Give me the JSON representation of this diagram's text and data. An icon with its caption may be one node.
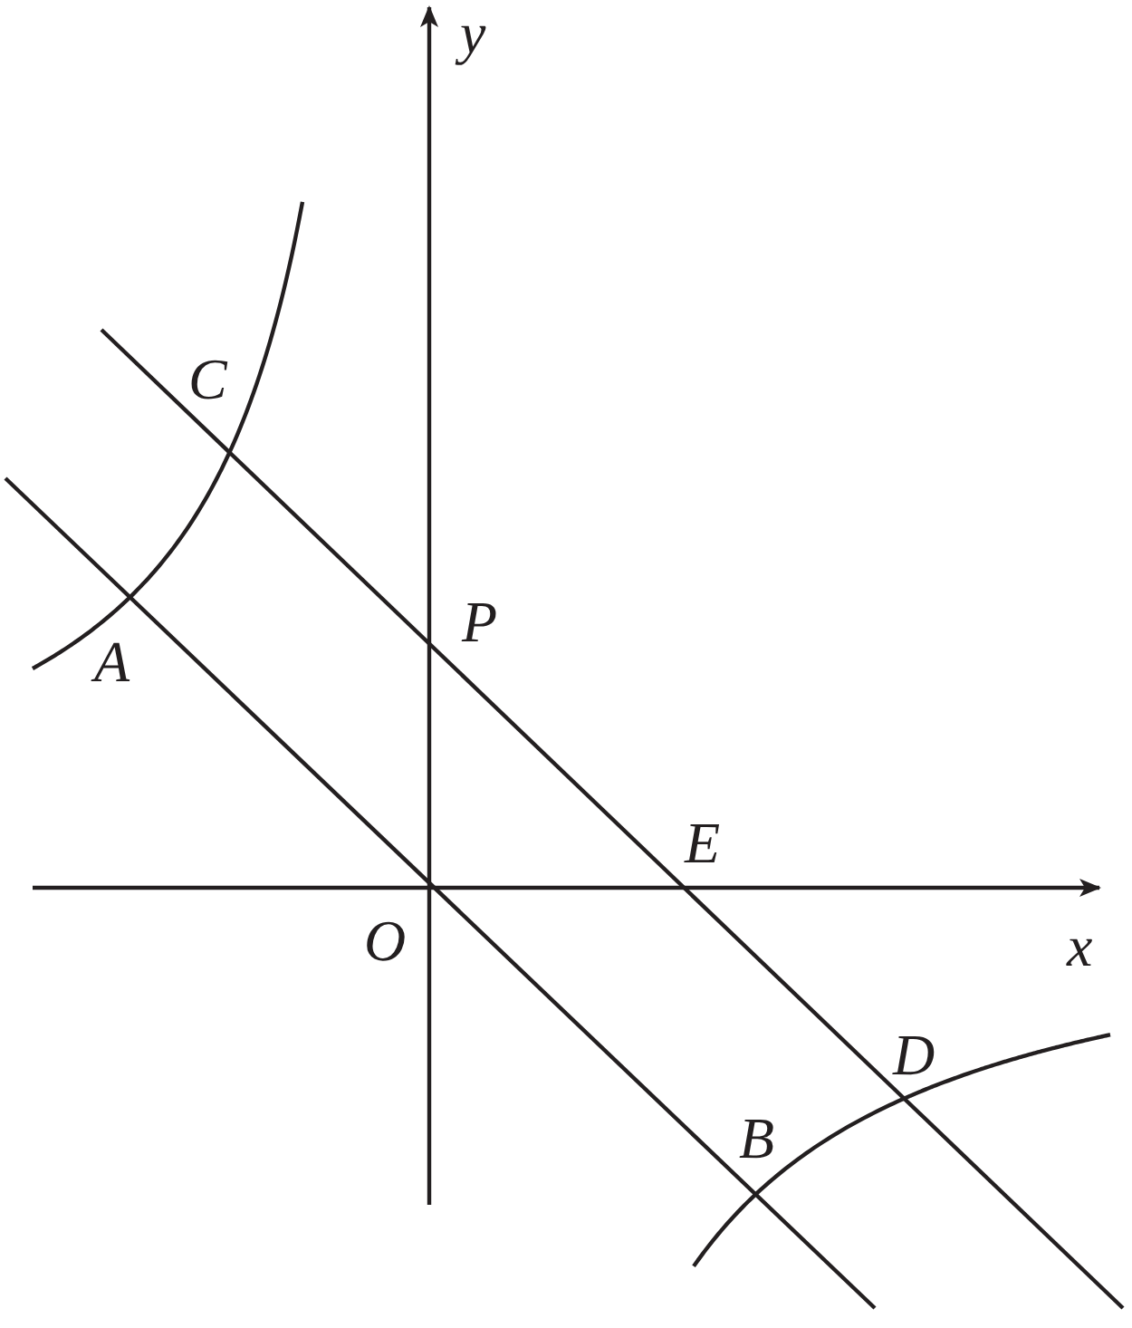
{
  "diagram": {
    "labels": [
      "y",
      "C",
      "P",
      "A",
      "E",
      "O",
      "x",
      "D",
      "B"
    ]
  }
}
